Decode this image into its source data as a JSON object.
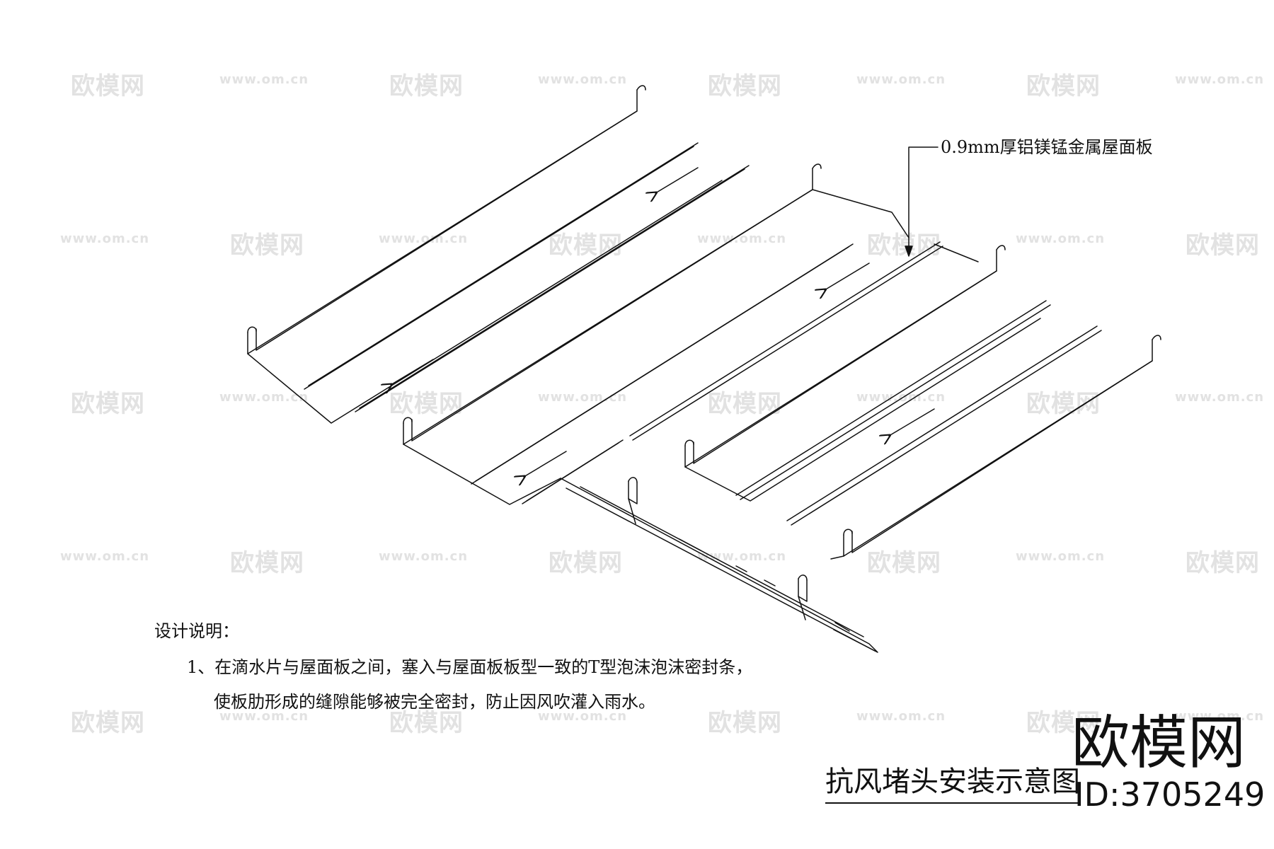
{
  "callout": {
    "label": "0.9mm厚铝镁锰金属屋面板"
  },
  "notes": {
    "heading": "设计说明：",
    "items": [
      "1、在滴水片与屋面板之间，塞入与屋面板板型一致的T型泡沫泡沫密封条，",
      "使板肋形成的缝隙能够被完全密封，防止因风吹灌入雨水。"
    ]
  },
  "drawing_title": "抗风堵头安装示意图",
  "brand": {
    "logo": "欧模网",
    "id": "ID:3705249"
  },
  "watermark": {
    "logo": "欧模网",
    "url": "www.om.cn"
  },
  "colors": {
    "line": "#111111",
    "watermark": "#e2e2e2",
    "background": "#ffffff"
  }
}
